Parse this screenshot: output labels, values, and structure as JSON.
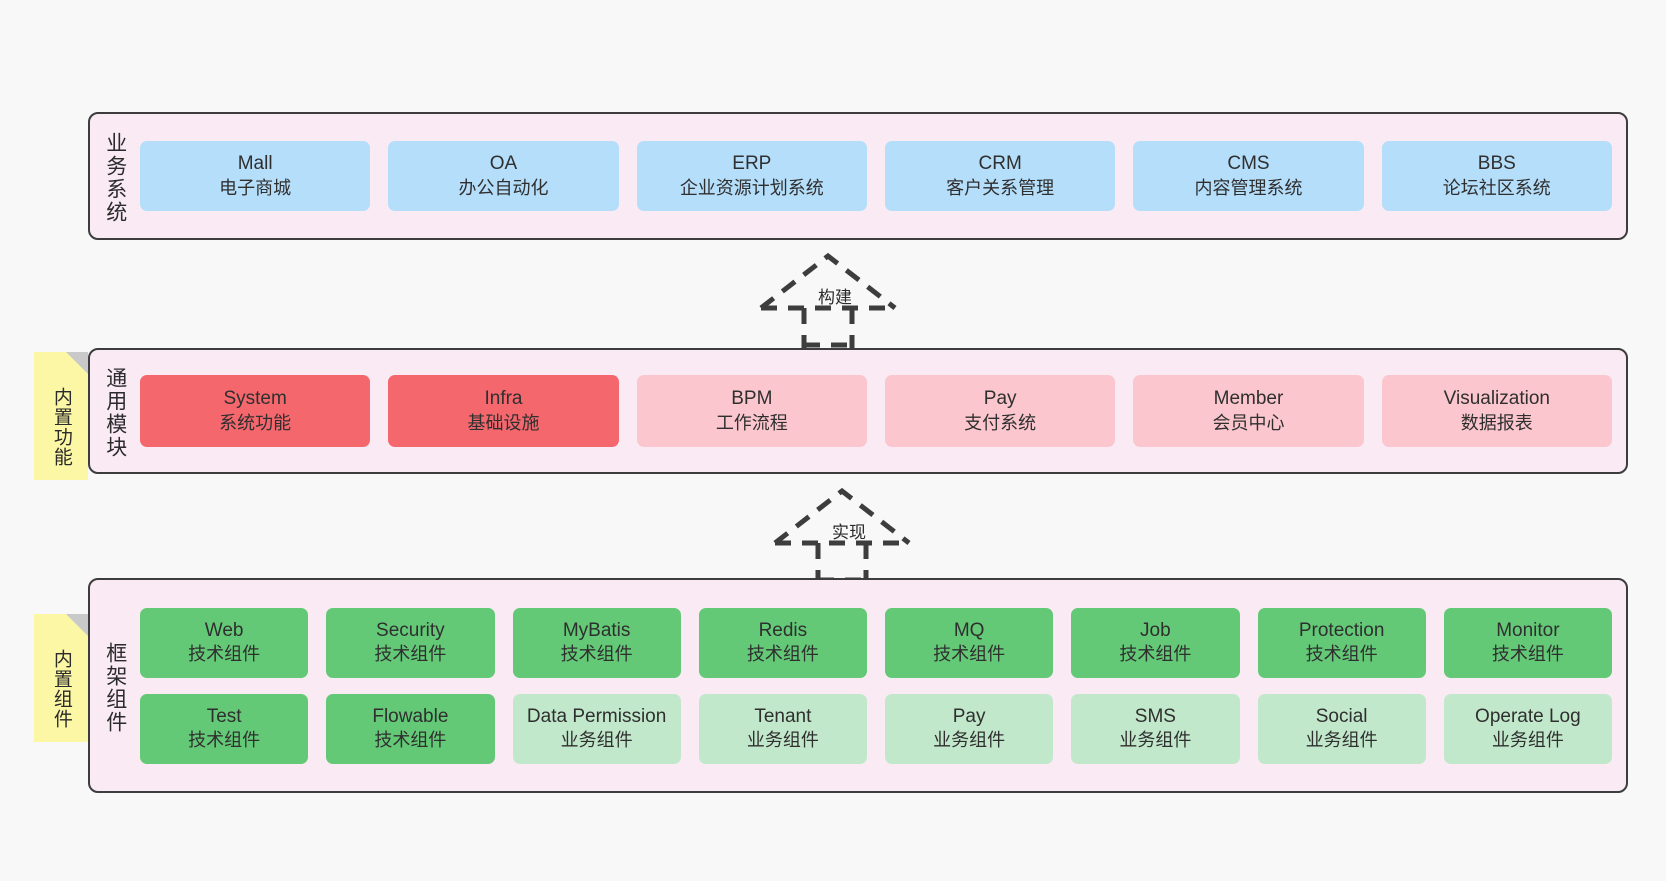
{
  "diagram": {
    "title_hidden": "",
    "background": "#f8f8f8",
    "layer_fill": "#f9eaf4",
    "layer_border": "#3d3d3d",
    "note_fill": "#fbf7a4",
    "note_fold": "#c9c9c9"
  },
  "notes": [
    {
      "label": "内置功能"
    },
    {
      "label": "内置组件"
    }
  ],
  "connectors": [
    {
      "label": "构建",
      "style": "dashed-generalization"
    },
    {
      "label": "实现",
      "style": "dashed-generalization"
    }
  ],
  "layers": [
    {
      "name": "业务系统",
      "rows": [
        {
          "cards": [
            {
              "t1": "Mall",
              "t2": "电子商城",
              "color": "#b5defa"
            },
            {
              "t1": "OA",
              "t2": "办公自动化",
              "color": "#b5defa"
            },
            {
              "t1": "ERP",
              "t2": "企业资源计划系统",
              "color": "#b5defa"
            },
            {
              "t1": "CRM",
              "t2": "客户关系管理",
              "color": "#b5defa"
            },
            {
              "t1": "CMS",
              "t2": "内容管理系统",
              "color": "#b5defa"
            },
            {
              "t1": "BBS",
              "t2": "论坛社区系统",
              "color": "#b5defa"
            }
          ]
        }
      ]
    },
    {
      "name": "通用模块",
      "rows": [
        {
          "cards": [
            {
              "t1": "System",
              "t2": "系统功能",
              "color": "#f4676d"
            },
            {
              "t1": "Infra",
              "t2": "基础设施",
              "color": "#f4676d"
            },
            {
              "t1": "BPM",
              "t2": "工作流程",
              "color": "#fbc6cd"
            },
            {
              "t1": "Pay",
              "t2": "支付系统",
              "color": "#fbc6cd"
            },
            {
              "t1": "Member",
              "t2": "会员中心",
              "color": "#fbc6cd"
            },
            {
              "t1": "Visualization",
              "t2": "数据报表",
              "color": "#fbc6cd"
            }
          ]
        }
      ]
    },
    {
      "name": "框架组件",
      "rows": [
        {
          "cards": [
            {
              "t1": "Web",
              "t2": "技术组件",
              "color": "#64c977"
            },
            {
              "t1": "Security",
              "t2": "技术组件",
              "color": "#64c977"
            },
            {
              "t1": "MyBatis",
              "t2": "技术组件",
              "color": "#64c977"
            },
            {
              "t1": "Redis",
              "t2": "技术组件",
              "color": "#64c977"
            },
            {
              "t1": "MQ",
              "t2": "技术组件",
              "color": "#64c977"
            },
            {
              "t1": "Job",
              "t2": "技术组件",
              "color": "#64c977"
            },
            {
              "t1": "Protection",
              "t2": "技术组件",
              "color": "#64c977"
            },
            {
              "t1": "Monitor",
              "t2": "技术组件",
              "color": "#64c977"
            }
          ]
        },
        {
          "cards": [
            {
              "t1": "Test",
              "t2": "技术组件",
              "color": "#64c977"
            },
            {
              "t1": "Flowable",
              "t2": "技术组件",
              "color": "#64c977"
            },
            {
              "t1": "Data Permission",
              "t2": "业务组件",
              "color": "#c2e8cb"
            },
            {
              "t1": "Tenant",
              "t2": "业务组件",
              "color": "#c2e8cb"
            },
            {
              "t1": "Pay",
              "t2": "业务组件",
              "color": "#c2e8cb"
            },
            {
              "t1": "SMS",
              "t2": "业务组件",
              "color": "#c2e8cb"
            },
            {
              "t1": "Social",
              "t2": "业务组件",
              "color": "#c2e8cb"
            },
            {
              "t1": "Operate Log",
              "t2": "业务组件",
              "color": "#c2e8cb"
            }
          ]
        }
      ]
    }
  ]
}
